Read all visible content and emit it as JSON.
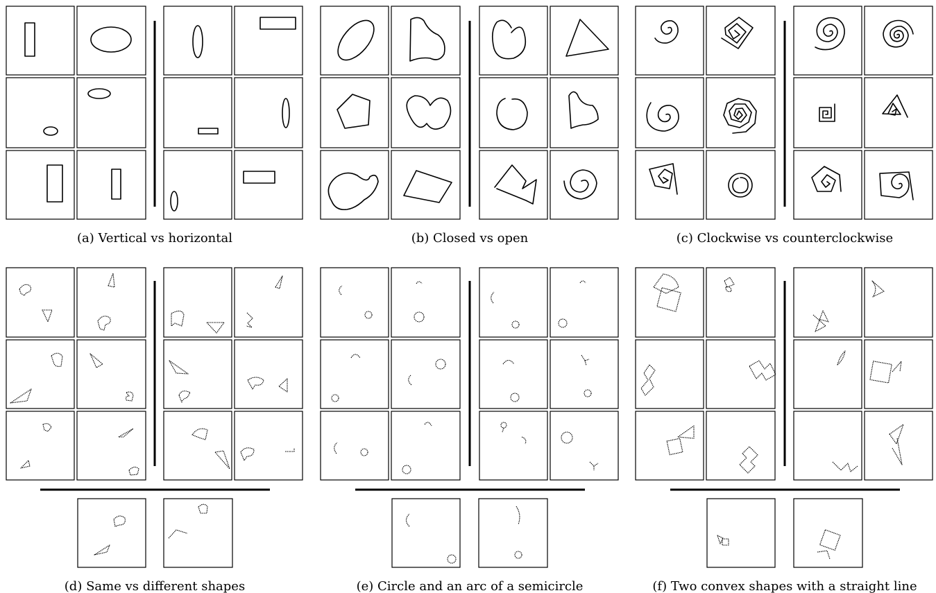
{
  "panels": [
    {
      "id": "a",
      "caption": "(a) Vertical vs horizontal"
    },
    {
      "id": "b",
      "caption": "(b) Closed vs open"
    },
    {
      "id": "c",
      "caption": "(c) Clockwise vs counterclockwise"
    },
    {
      "id": "d",
      "caption": "(d) Same vs different shapes"
    },
    {
      "id": "e",
      "caption": "(e) Circle and an arc of a semicircle"
    },
    {
      "id": "f",
      "caption": "(f) Two convex shapes with a straight line"
    }
  ]
}
